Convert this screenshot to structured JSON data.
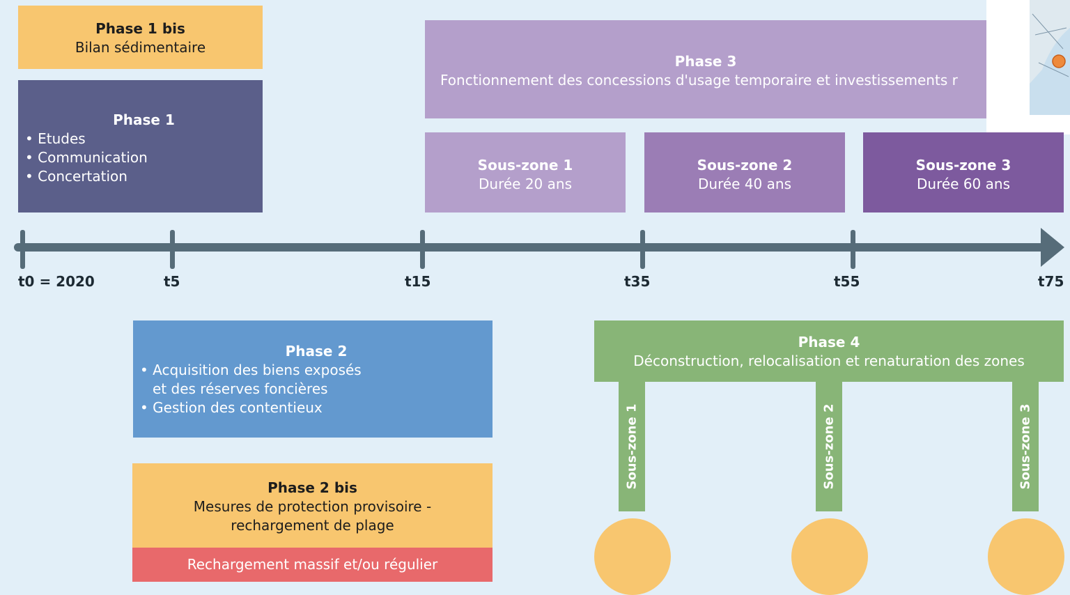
{
  "phase1bis": {
    "title": "Phase 1 bis",
    "subtitle": "Bilan sédimentaire"
  },
  "phase1": {
    "title": "Phase 1",
    "items": [
      "Etudes",
      "Communication",
      "Concertation"
    ]
  },
  "phase3": {
    "title": "Phase 3",
    "subtitle": "Fonctionnement des concessions d'usage temporaire et investissements r"
  },
  "subzones": [
    {
      "title": "Sous-zone 1",
      "duration": "Durée 20 ans"
    },
    {
      "title": "Sous-zone 2",
      "duration": "Durée 40 ans"
    },
    {
      "title": "Sous-zone 3",
      "duration": "Durée 60 ans"
    }
  ],
  "timeline": {
    "labels": [
      "t0 = 2020",
      "t5",
      "t15",
      "t35",
      "t55",
      "t75"
    ]
  },
  "phase2": {
    "title": "Phase 2",
    "items": [
      "Acquisition des biens exposés",
      "et des réserves foncières",
      "Gestion des contentieux"
    ]
  },
  "phase2bis": {
    "title": "Phase 2 bis",
    "line1": "Mesures de protection provisoire -",
    "line2": "rechargement de plage",
    "footer": "Rechargement massif et/ou régulier"
  },
  "phase4": {
    "title": "Phase 4",
    "subtitle": "Déconstruction, relocalisation et renaturation des zones",
    "bars": [
      "Sous-zone 1",
      "Sous-zone 2",
      "Sous-zone 3"
    ]
  },
  "colors": {
    "yellow": "#f8c66f",
    "navy": "#5b5f8a",
    "lilac": "#b49fcb",
    "mauve": "#9b7db5",
    "purple": "#7d5a9e",
    "blue": "#6399cf",
    "green": "#88b577",
    "red": "#e8696b",
    "axis": "#566c79"
  }
}
